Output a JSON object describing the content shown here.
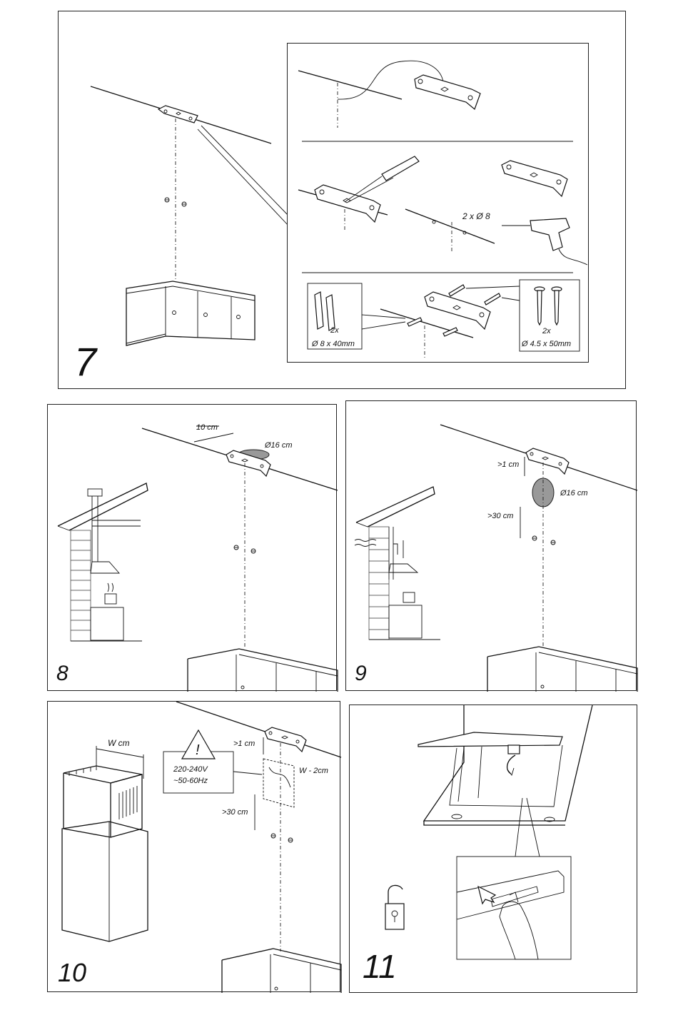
{
  "step7": {
    "number": "7",
    "drill_label": "2 x Ø 8",
    "plugs_qty": "2x",
    "plugs_size": "Ø 8 x 40mm",
    "screws_qty": "2x",
    "screws_size": "Ø 4.5 x 50mm"
  },
  "step8": {
    "number": "8",
    "offset_label": "10 cm",
    "hole_label": "Ø16 cm"
  },
  "step9": {
    "number": "9",
    "top_gap_label": ">1 cm",
    "hole_label": "Ø16 cm",
    "bottom_gap_label": ">30 cm"
  },
  "step10": {
    "number": "10",
    "width_label": "W cm",
    "voltage_label": "220-240V",
    "frequency_label": "~50-60Hz",
    "warning_symbol": "!",
    "top_gap_label": ">1 cm",
    "cutout_label": "W - 2cm",
    "bottom_gap_label": ">30 cm"
  },
  "step11": {
    "number": "11",
    "icons": [
      "unlock-padlock-icon",
      "push-arrow-icon",
      "rotate-arrow-icon"
    ]
  }
}
